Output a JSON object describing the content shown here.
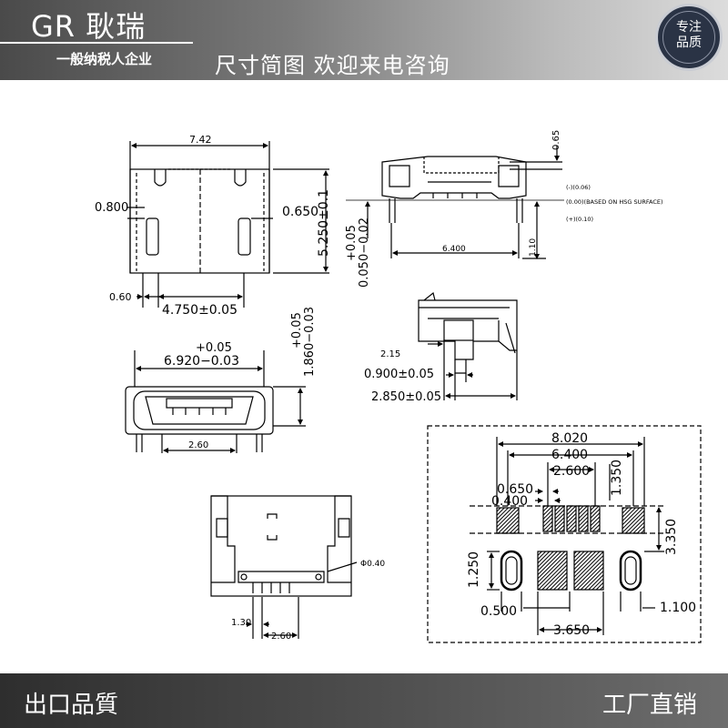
{
  "header": {
    "brand": "GR 耿瑞",
    "subtitle": "一般纳税人企业",
    "slogan": "尺寸简图  欢迎来电咨询",
    "badge_line1": "专注",
    "badge_line2": "品质"
  },
  "footer": {
    "left": "出口品質",
    "right": "工厂直销"
  },
  "dimensions": {
    "top_width": "7.42",
    "d0800": "0.800",
    "d0650": "0.650",
    "d5250": "5.250±0.1",
    "d060": "0.60",
    "d4750": "4.750±0.05",
    "d065": "0.65",
    "tol_minus006": "(-)(0.06)",
    "tol_zero": "(0.00)(BASED ON HSG SURFACE)",
    "tol_plus010": "(+)(0.10)",
    "d6400a": "6.400",
    "d110": "1.10",
    "tol_p005": "+0.05",
    "tol_m002": "0.050−0.02",
    "tol2_p005": "+0.05",
    "d1860": "1.860−0.03",
    "tol3_p005": "+0.05",
    "d6920": "6.920−0.03",
    "d260a": "2.60",
    "d215": "2.15",
    "d0900": "0.900±0.05",
    "d2850": "2.850±0.05",
    "d130": "1.30",
    "d260b": "2.60",
    "phi040": "Φ0.40",
    "pad_8020": "8.020",
    "pad_6400": "6.400",
    "pad_2600": "2.600",
    "pad_1350": "1.350",
    "pad_0650": "0.650",
    "pad_0400": "0.400",
    "pad_3350": "3.350",
    "pad_1250": "1.250",
    "pad_0500": "0.500",
    "pad_1100": "1.100",
    "pad_3650": "3.650"
  }
}
